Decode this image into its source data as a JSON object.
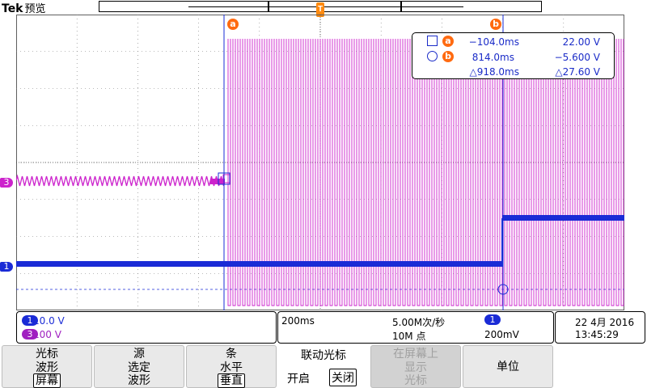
{
  "header": {
    "brand": "Tek",
    "mode": "预览"
  },
  "cursors": {
    "a_label": "a",
    "b_label": "b"
  },
  "readout": {
    "a_time": "−104.0ms",
    "a_volt": "22.00 V",
    "b_time": "814.0ms",
    "b_volt": "−5.600 V",
    "delta_time": "△918.0ms",
    "delta_volt": "△27.60 V"
  },
  "channels": {
    "ch1": {
      "num": "1",
      "scale": "10.0 V",
      "color": "#1a2bd6"
    },
    "ch3": {
      "num": "3",
      "scale": "100 V",
      "color": "#a020c0"
    }
  },
  "timebase": {
    "scale": "200ms",
    "sample_rate": "5.00M次/秒",
    "record_length": "10M 点",
    "trigger_source": "1",
    "trigger_slope": "/",
    "trigger_level": "200mV"
  },
  "datetime": {
    "date": "22 4月 2016",
    "time": "13:45:29"
  },
  "softkeys": {
    "cursor": {
      "l1": "光标",
      "l2": "波形",
      "l3": "屏幕"
    },
    "source": {
      "l1": "源",
      "l2": "选定",
      "l3": "波形"
    },
    "bars": {
      "l1": "条",
      "l2": "水平",
      "l3": "垂直"
    },
    "link": {
      "l1": "联动光标",
      "on": "开启",
      "off": "关闭"
    },
    "onscreen": {
      "l1": "在屏幕上",
      "l2": "显示",
      "l3": "光标"
    },
    "units": {
      "l1": "单位"
    }
  },
  "colors": {
    "ch1": "#1a2bd6",
    "ch3": "#cc22cc",
    "cursor": "#ff6a10",
    "grid": "#404040"
  }
}
